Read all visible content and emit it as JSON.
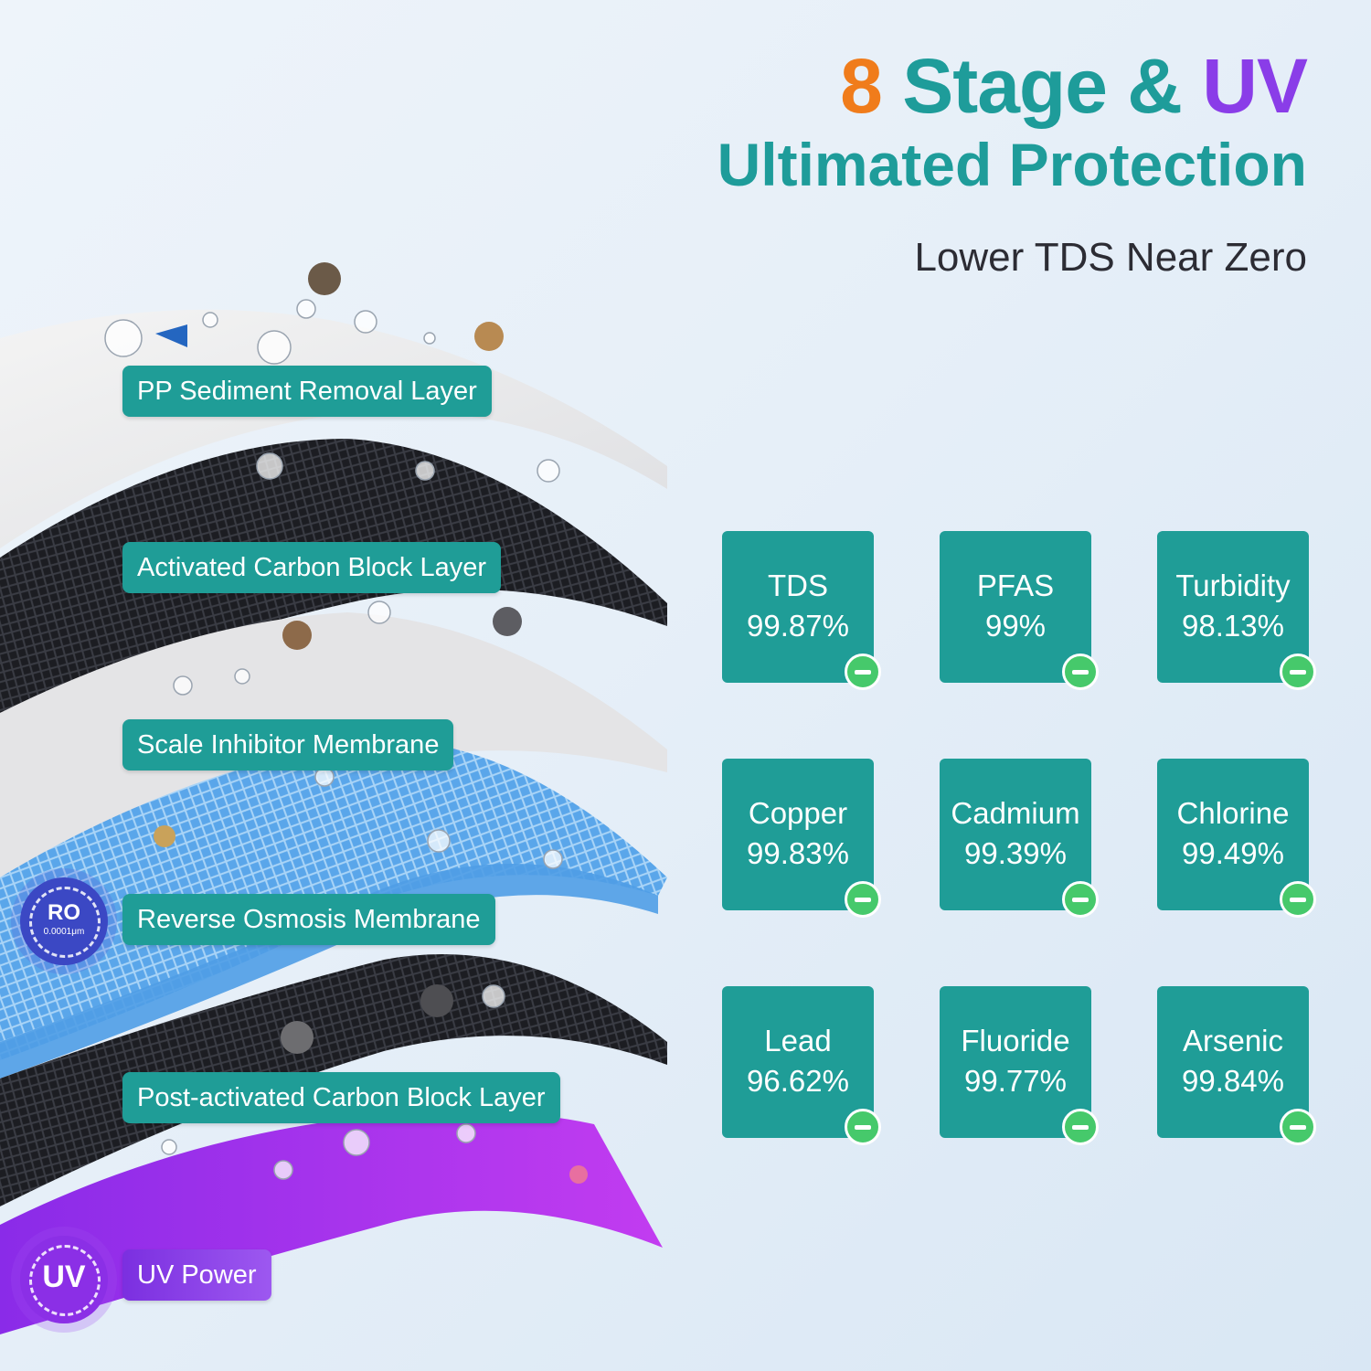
{
  "headline": {
    "number": "8",
    "stage_text": " Stage & ",
    "uv_text": "UV",
    "line2": "Ultimated Protection",
    "subtitle": "Lower TDS Near Zero"
  },
  "layers": [
    {
      "label": "PP Sediment Removal Layer"
    },
    {
      "label": "Activated Carbon Block Layer"
    },
    {
      "label": "Scale Inhibitor Membrane"
    },
    {
      "label": "Reverse Osmosis Membrane"
    },
    {
      "label": "Post-activated Carbon Block Layer"
    },
    {
      "label": "UV Power"
    }
  ],
  "badges": {
    "ro": {
      "title": "RO",
      "detail": "0.0001μm"
    },
    "uv": {
      "title": "UV"
    }
  },
  "reductions": [
    {
      "name": "TDS",
      "value": "99.87%"
    },
    {
      "name": "PFAS",
      "value": "99%"
    },
    {
      "name": "Turbidity",
      "value": "98.13%"
    },
    {
      "name": "Copper",
      "value": "99.83%"
    },
    {
      "name": "Cadmium",
      "value": "99.39%"
    },
    {
      "name": "Chlorine",
      "value": "99.49%"
    },
    {
      "name": "Lead",
      "value": "96.62%"
    },
    {
      "name": "Fluoride",
      "value": "99.77%"
    },
    {
      "name": "Arsenic",
      "value": "99.84%"
    }
  ],
  "colors": {
    "teal": "#1f9d97",
    "orange": "#f07c1b",
    "purple": "#8a3de8",
    "minus_green": "#46c96b"
  },
  "icons": {
    "tile_marker": "minus-circle-icon"
  }
}
